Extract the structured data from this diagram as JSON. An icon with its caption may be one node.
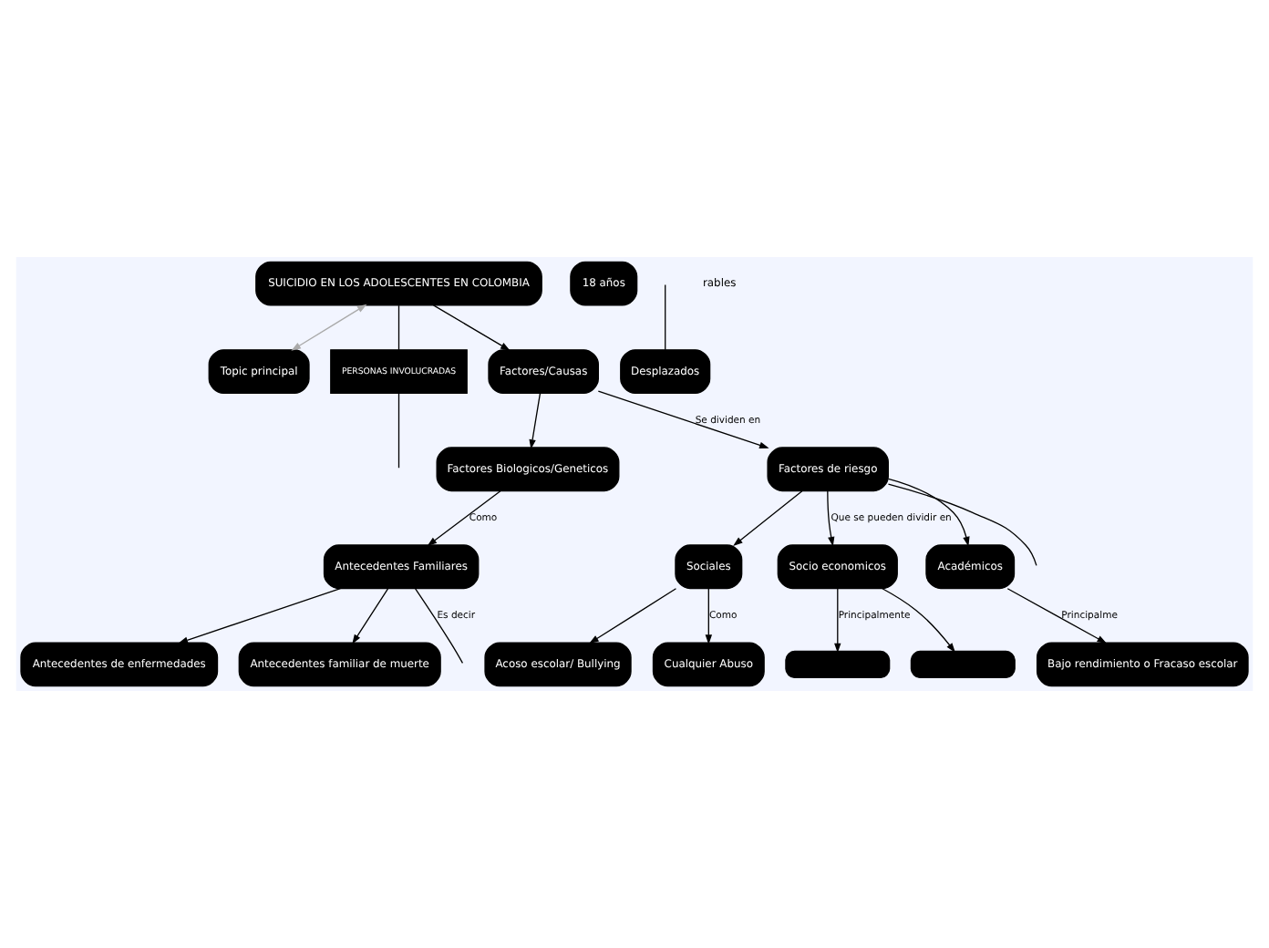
{
  "diagram": {
    "nodes": [
      {
        "text": [
          "SUICIDIO EN LOS ADOLESCENTES EN COLOMBIA"
        ]
      },
      {
        "text": [
          "Topic principal"
        ]
      },
      {
        "text": [
          "PERSONAS INVOLUCRADAS"
        ]
      },
      {
        "text": [
          "Factores/Causas"
        ]
      },
      {
        "text": [
          "18 años"
        ]
      },
      {
        "text": [
          "Desplazados"
        ]
      },
      {
        "text": [
          "Factores Biologicos/Geneticos"
        ]
      },
      {
        "text": [
          "Factores de riesgo"
        ]
      },
      {
        "text": [
          "Antecedentes Familiares"
        ]
      },
      {
        "text": [
          "Sociales"
        ]
      },
      {
        "text": [
          "Socio economicos"
        ]
      },
      {
        "text": [
          "Académicos"
        ]
      },
      {
        "text": [
          "Acoso escolar/ Bullying"
        ]
      },
      {
        "text": [
          "Cualquier Abuso"
        ]
      },
      {
        "text": [
          "Bajo rendimiento o Fracaso escolar"
        ]
      },
      {
        "text": [
          "Antecedentes de enfermedades"
        ]
      },
      {
        "text": [
          "Antecedentes familiar de muerte"
        ]
      },
      {
        "text": [],
        "shape": "box"
      },
      {
        "text": [],
        "shape": "box"
      }
    ],
    "edges": [
      {
        "from": 0,
        "to": 1,
        "arrow": "both",
        "color": "#aaaaaa"
      },
      {
        "from": 0,
        "to": 2,
        "arrow": "none"
      },
      {
        "from": 2,
        "to": null,
        "arrow": "none"
      },
      {
        "from": 0,
        "to": 3,
        "arrow": "to"
      },
      {
        "from": null,
        "to": 5,
        "arrow": "none"
      },
      {
        "from": 3,
        "to": 6,
        "arrow": "to"
      },
      {
        "from": 3,
        "to": 7,
        "arrow": "to",
        "label": "Se dividen en"
      },
      {
        "from": 6,
        "to": 8,
        "arrow": "to",
        "label": "Como"
      },
      {
        "from": 7,
        "to": 9,
        "arrow": "to"
      },
      {
        "from": 7,
        "to": 10,
        "arrow": "to",
        "label": "Que se pueden dividir en"
      },
      {
        "from": 7,
        "to": 11,
        "arrow": "to"
      },
      {
        "from": 7,
        "to": null,
        "arrow": "none"
      },
      {
        "from": 8,
        "to": 15,
        "arrow": "to"
      },
      {
        "from": 8,
        "to": null,
        "arrow": "none",
        "label": "Es decir"
      },
      {
        "from": 8,
        "to": 16,
        "arrow": "to"
      },
      {
        "from": 9,
        "to": 12,
        "arrow": "to"
      },
      {
        "from": 9,
        "to": 13,
        "arrow": "to",
        "label": "Como"
      },
      {
        "from": 10,
        "to": 17,
        "arrow": "to",
        "label": "Principalmente"
      },
      {
        "from": 10,
        "to": 18,
        "arrow": "to"
      },
      {
        "from": 11,
        "to": 14,
        "arrow": "to",
        "label": "Principalme"
      }
    ],
    "labels": [
      "rables"
    ]
  }
}
